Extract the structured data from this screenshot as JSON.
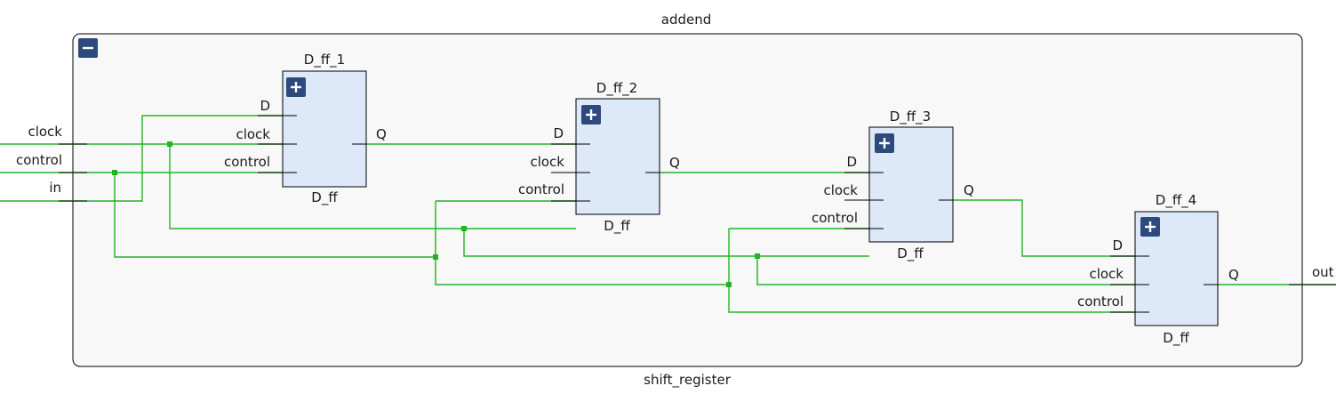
{
  "diagram": {
    "top_label": "addend",
    "module_name": "shift_register",
    "collapse_icon": "minus-icon",
    "expand_icon": "plus-icon",
    "inputs": {
      "clock": "clock",
      "control": "control",
      "in": "in"
    },
    "output": "out",
    "cells": [
      {
        "instance": "D_ff_1",
        "type": "D_ff",
        "pins": {
          "d": "D",
          "clock": "clock",
          "control": "control",
          "q": "Q"
        }
      },
      {
        "instance": "D_ff_2",
        "type": "D_ff",
        "pins": {
          "d": "D",
          "clock": "clock",
          "control": "control",
          "q": "Q"
        }
      },
      {
        "instance": "D_ff_3",
        "type": "D_ff",
        "pins": {
          "d": "D",
          "clock": "clock",
          "control": "control",
          "q": "Q"
        }
      },
      {
        "instance": "D_ff_4",
        "type": "D_ff",
        "pins": {
          "d": "D",
          "clock": "clock",
          "control": "control",
          "q": "Q"
        }
      }
    ]
  },
  "colors": {
    "wire": "#22b422",
    "cell_fill": "#dde9f8",
    "frame_fill": "#f8f8f8",
    "button": "#2e4a7d"
  }
}
